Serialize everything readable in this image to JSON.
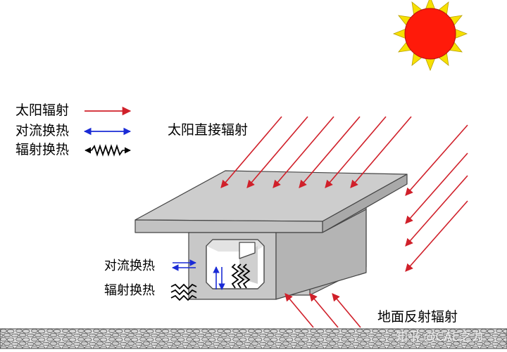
{
  "legend": {
    "solar": "太阳辐射",
    "convection": "对流换热",
    "radiation": "辐射换热"
  },
  "labels": {
    "direct_solar": "太阳直接辐射",
    "inner_convection": "对流换热",
    "inner_radiation": "辐射换热",
    "ground_reflection": "地面反射辐射"
  },
  "watermark": "知乎 @CAE之力",
  "colors": {
    "solar_arrow": "#d0202a",
    "convection_arrow": "#1a2bd6",
    "radiation_arrow": "#000000",
    "sun_fill": "#ff1a0a",
    "sun_petals": "#f7e000",
    "concrete": "#c8c8c8",
    "concrete_dark": "#b4b4b4",
    "ground": "#d9d9d9"
  },
  "icons": {
    "sun": "sun-icon",
    "ground": "gravel-ground"
  }
}
